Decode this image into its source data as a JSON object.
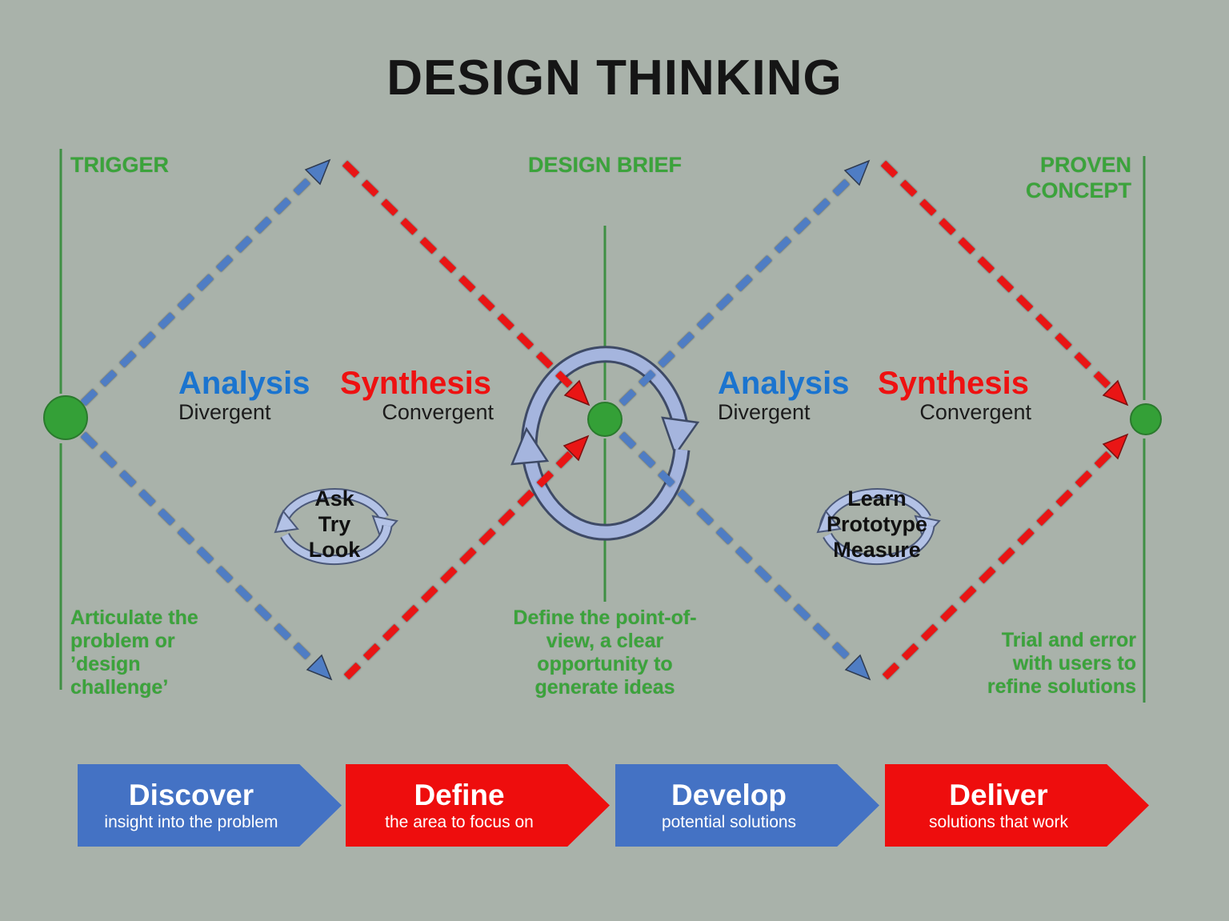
{
  "title": "DESIGN THINKING",
  "colors": {
    "background": "#a9b2aa",
    "green_text": "#3ba33b",
    "green_line": "#3f8f44",
    "green_dot": "#34a037",
    "blue_dash": "#4f7dc4",
    "red_dash": "#e91515",
    "analysis_blue": "#1b74cf",
    "synthesis_red": "#ee1111",
    "cycle_fill": "#aabade",
    "phase_blue": "#4472c4",
    "phase_red": "#ee0d0d"
  },
  "milestones": {
    "trigger": {
      "label": "TRIGGER",
      "note": "Articulate the problem or ’design challenge’"
    },
    "design_brief": {
      "label": "DESIGN BRIEF",
      "note": "Define the point-of-view, a clear opportunity to generate ideas"
    },
    "proven_concept": {
      "label": "PROVEN CONCEPT",
      "note": "Trial and error with users to refine solutions"
    }
  },
  "diamonds": [
    {
      "analysis": "Analysis",
      "analysis_mode": "Divergent",
      "synthesis": "Synthesis",
      "synthesis_mode": "Convergent",
      "loop": [
        "Ask",
        "Try",
        "Look"
      ]
    },
    {
      "analysis": "Analysis",
      "analysis_mode": "Divergent",
      "synthesis": "Synthesis",
      "synthesis_mode": "Convergent",
      "loop": [
        "Learn",
        "Prototype",
        "Measure"
      ]
    }
  ],
  "phases": [
    {
      "name": "Discover",
      "desc": "insight into the problem",
      "color": "#4472c4"
    },
    {
      "name": "Define",
      "desc": "the area to focus on",
      "color": "#ee0d0d"
    },
    {
      "name": "Develop",
      "desc": "potential solutions",
      "color": "#4472c4"
    },
    {
      "name": "Deliver",
      "desc": "solutions that work",
      "color": "#ee0d0d"
    }
  ]
}
